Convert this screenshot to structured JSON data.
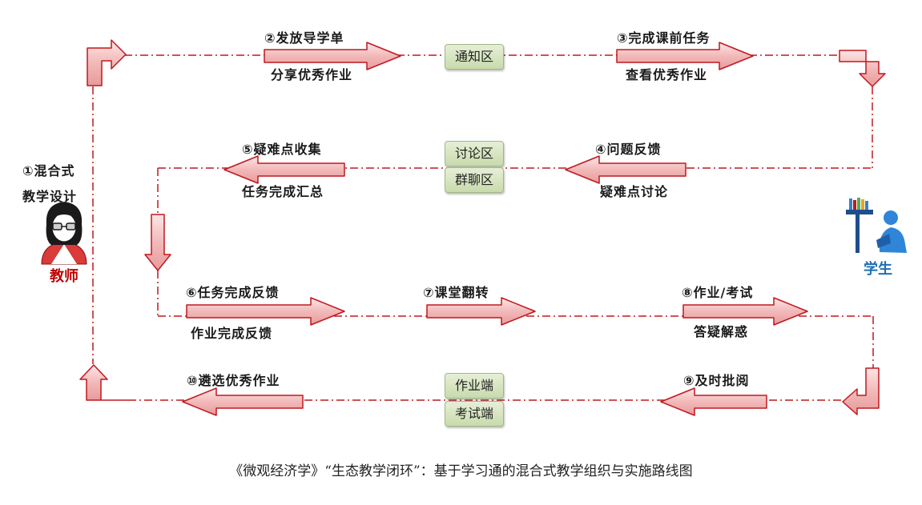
{
  "teacher": {
    "step_line1": "①混合式",
    "step_line2": "教学设计",
    "label": "教师",
    "icon": "teacher-avatar-icon",
    "color": "#c00000"
  },
  "student": {
    "label": "学生",
    "icon": "student-reading-icon",
    "color": "#1f6fb5"
  },
  "steps": {
    "s2_top": "②发放导学单",
    "s2_bottom": "分享优秀作业",
    "s3_top": "③完成课前任务",
    "s3_bottom": "查看优秀作业",
    "s4_top": "④问题反馈",
    "s4_bottom": "疑难点讨论",
    "s5_top": "⑤疑难点收集",
    "s5_bottom": "任务完成汇总",
    "s6_top": "⑥任务完成反馈",
    "s6_bottom": "作业完成反馈",
    "s7_top": "⑦课堂翻转",
    "s8_top": "⑧作业/考试",
    "s8_bottom": "答疑解惑",
    "s9_top": "⑨及时批阅",
    "s10_top": "⑩遴选优秀作业"
  },
  "zones": {
    "notice": "通知区",
    "discussion": "讨论区",
    "group_chat": "群聊区",
    "homework_end": "作业端",
    "exam_end": "考试端"
  },
  "caption": "《微观经济学》“生态教学闭环”：基于学习通的混合式教学组织与实施路线图",
  "colors": {
    "arrow_fill": "#f3c2c2",
    "arrow_stroke": "#c0181f",
    "dash_line": "#c0181f",
    "zone_fill": "#d5e4bf"
  }
}
